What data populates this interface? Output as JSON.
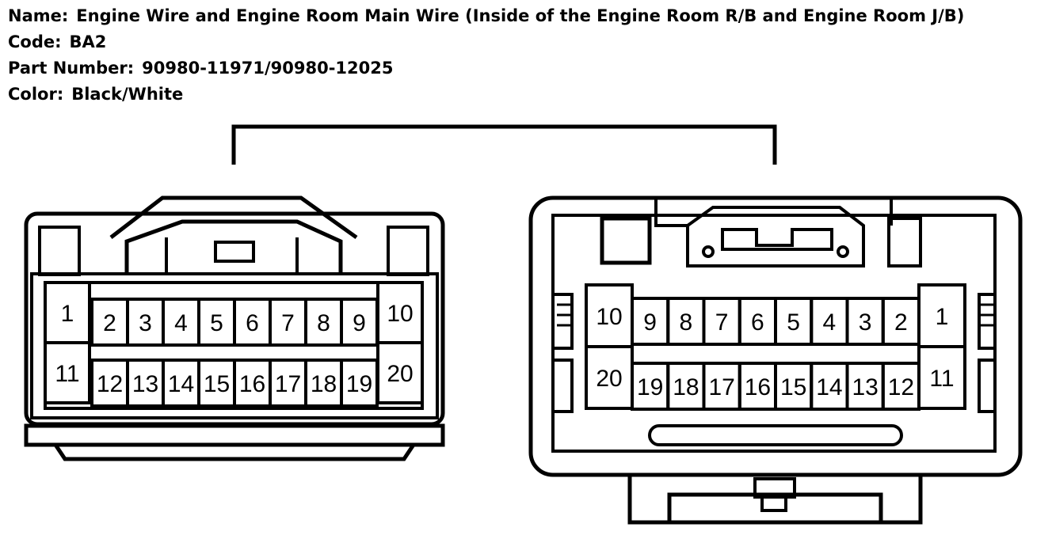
{
  "info": {
    "name_label": "Name:",
    "name_value": "Engine Wire and Engine Room Main Wire (Inside of the Engine Room R/B and Engine Room J/B)",
    "code_label": "Code:",
    "code_value": "BA2",
    "part_label": "Part Number:",
    "part_value": "90980-11971/90980-12025",
    "color_label": "Color:",
    "color_value": "Black/White"
  },
  "left_connector": {
    "top_row": [
      "1",
      "2",
      "3",
      "4",
      "5",
      "6",
      "7",
      "8",
      "9",
      "10"
    ],
    "bottom_row": [
      "11",
      "12",
      "13",
      "14",
      "15",
      "16",
      "17",
      "18",
      "19",
      "20"
    ]
  },
  "right_connector": {
    "top_row": [
      "10",
      "9",
      "8",
      "7",
      "6",
      "5",
      "4",
      "3",
      "2",
      "1"
    ],
    "bottom_row": [
      "20",
      "19",
      "18",
      "17",
      "16",
      "15",
      "14",
      "13",
      "12",
      "11"
    ]
  }
}
